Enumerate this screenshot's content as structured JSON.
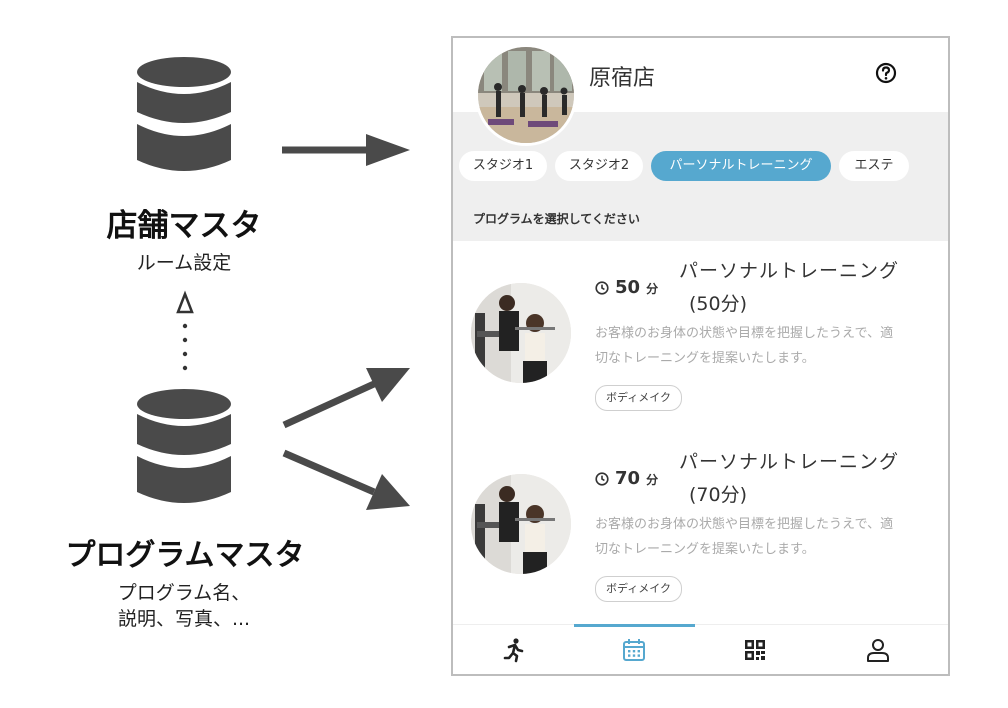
{
  "diagram": {
    "store_master": {
      "title": "店舗マスタ",
      "subtitle": "ルーム設定"
    },
    "program_master": {
      "title": "プログラムマスタ",
      "subtitle_line1": "プログラム名、",
      "subtitle_line2": "説明、写真、..."
    },
    "colors": {
      "db_icon": "#4a4a4a",
      "arrow": "#4a4a4a"
    }
  },
  "app": {
    "store_name": "原宿店",
    "tabs": [
      {
        "label": "スタジオ1",
        "active": false
      },
      {
        "label": "スタジオ2",
        "active": false
      },
      {
        "label": "パーソナルトレーニング",
        "active": true
      },
      {
        "label": "エステ",
        "active": false
      }
    ],
    "section_label": "プログラムを選択してください",
    "programs": [
      {
        "duration": "50",
        "unit": "分",
        "title_line1": "パーソナルトレーニング",
        "title_line2": "(50分)",
        "description": "お客様のお身体の状態や目標を把握したうえで、適切なトレーニングを提案いたします。",
        "tag": "ボディメイク"
      },
      {
        "duration": "70",
        "unit": "分",
        "title_line1": "パーソナルトレーニング",
        "title_line2": "(70分)",
        "description": "お客様のお身体の状態や目標を把握したうえで、適切なトレーニングを提案いたします。",
        "tag": "ボディメイク"
      }
    ],
    "nav": [
      {
        "icon": "running-icon",
        "active": false
      },
      {
        "icon": "calendar-icon",
        "active": true
      },
      {
        "icon": "qr-code-icon",
        "active": false
      },
      {
        "icon": "user-icon",
        "active": false
      }
    ],
    "colors": {
      "accent": "#56a8cf",
      "gray_band": "#efefef"
    }
  }
}
